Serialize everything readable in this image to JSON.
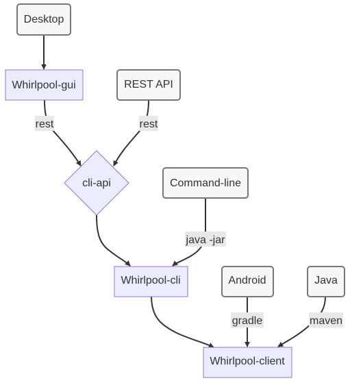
{
  "colors": {
    "plain_fill": "#f7f7f7",
    "plain_stroke": "#777777",
    "accent_fill": "#ececff",
    "accent_stroke": "#9370db",
    "edge": "#333333",
    "label_bg": "#e8e8e8",
    "text": "#333333"
  },
  "nodes": {
    "desktop": {
      "label": "Desktop",
      "style": "plain"
    },
    "whirlpool_gui": {
      "label": "Whirlpool-gui",
      "style": "accent"
    },
    "rest_api": {
      "label": "REST API",
      "style": "plain"
    },
    "cli_api": {
      "label": "cli-api",
      "style": "accent",
      "shape": "diamond"
    },
    "command_line": {
      "label": "Command-line",
      "style": "plain"
    },
    "whirlpool_cli": {
      "label": "Whirlpool-cli",
      "style": "accent"
    },
    "android": {
      "label": "Android",
      "style": "plain"
    },
    "java": {
      "label": "Java",
      "style": "plain"
    },
    "whirlpool_client": {
      "label": "Whirlpool-client",
      "style": "accent"
    }
  },
  "edges": {
    "desktop_to_gui": {
      "from": "Desktop",
      "to": "Whirlpool-gui",
      "label": ""
    },
    "gui_to_cli_api": {
      "from": "Whirlpool-gui",
      "to": "cli-api",
      "label": "rest"
    },
    "rest_api_to_cli_api": {
      "from": "REST API",
      "to": "cli-api",
      "label": "rest"
    },
    "cli_api_to_cli": {
      "from": "cli-api",
      "to": "Whirlpool-cli",
      "label": ""
    },
    "command_line_to_cli": {
      "from": "Command-line",
      "to": "Whirlpool-cli",
      "label": "java -jar"
    },
    "cli_to_client": {
      "from": "Whirlpool-cli",
      "to": "Whirlpool-client",
      "label": ""
    },
    "android_to_client": {
      "from": "Android",
      "to": "Whirlpool-client",
      "label": "gradle"
    },
    "java_to_client": {
      "from": "Java",
      "to": "Whirlpool-client",
      "label": "maven"
    }
  }
}
